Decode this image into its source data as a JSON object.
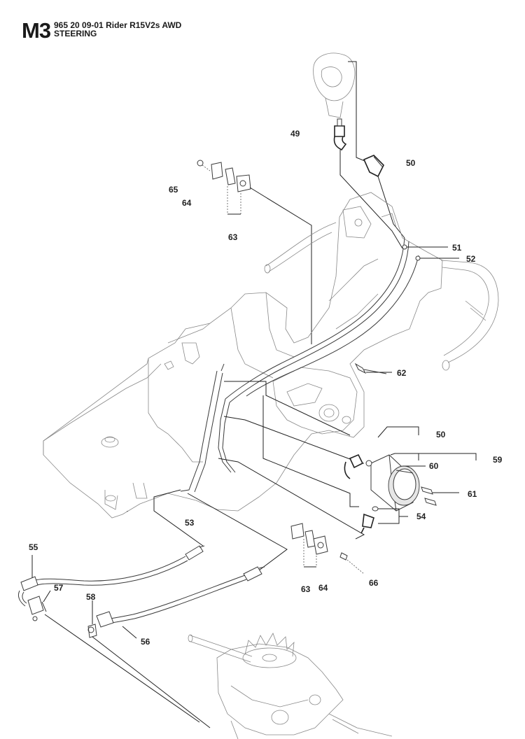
{
  "header": {
    "section_code": "M3",
    "title_line1": "965 20 09-01 Rider R15V2s AWD",
    "title_line2": "STEERING"
  },
  "callouts": [
    {
      "id": "c49",
      "label": "49"
    },
    {
      "id": "c50a",
      "label": "50"
    },
    {
      "id": "c65",
      "label": "65"
    },
    {
      "id": "c64a",
      "label": "64"
    },
    {
      "id": "c63a",
      "label": "63"
    },
    {
      "id": "c51",
      "label": "51"
    },
    {
      "id": "c52",
      "label": "52"
    },
    {
      "id": "c62",
      "label": "62"
    },
    {
      "id": "c50b",
      "label": "50"
    },
    {
      "id": "c59",
      "label": "59"
    },
    {
      "id": "c60",
      "label": "60"
    },
    {
      "id": "c61",
      "label": "61"
    },
    {
      "id": "c54",
      "label": "54"
    },
    {
      "id": "c53",
      "label": "53"
    },
    {
      "id": "c55",
      "label": "55"
    },
    {
      "id": "c57",
      "label": "57"
    },
    {
      "id": "c58",
      "label": "58"
    },
    {
      "id": "c56",
      "label": "56"
    },
    {
      "id": "c63b",
      "label": "63"
    },
    {
      "id": "c64b",
      "label": "64"
    },
    {
      "id": "c66",
      "label": "66"
    }
  ]
}
